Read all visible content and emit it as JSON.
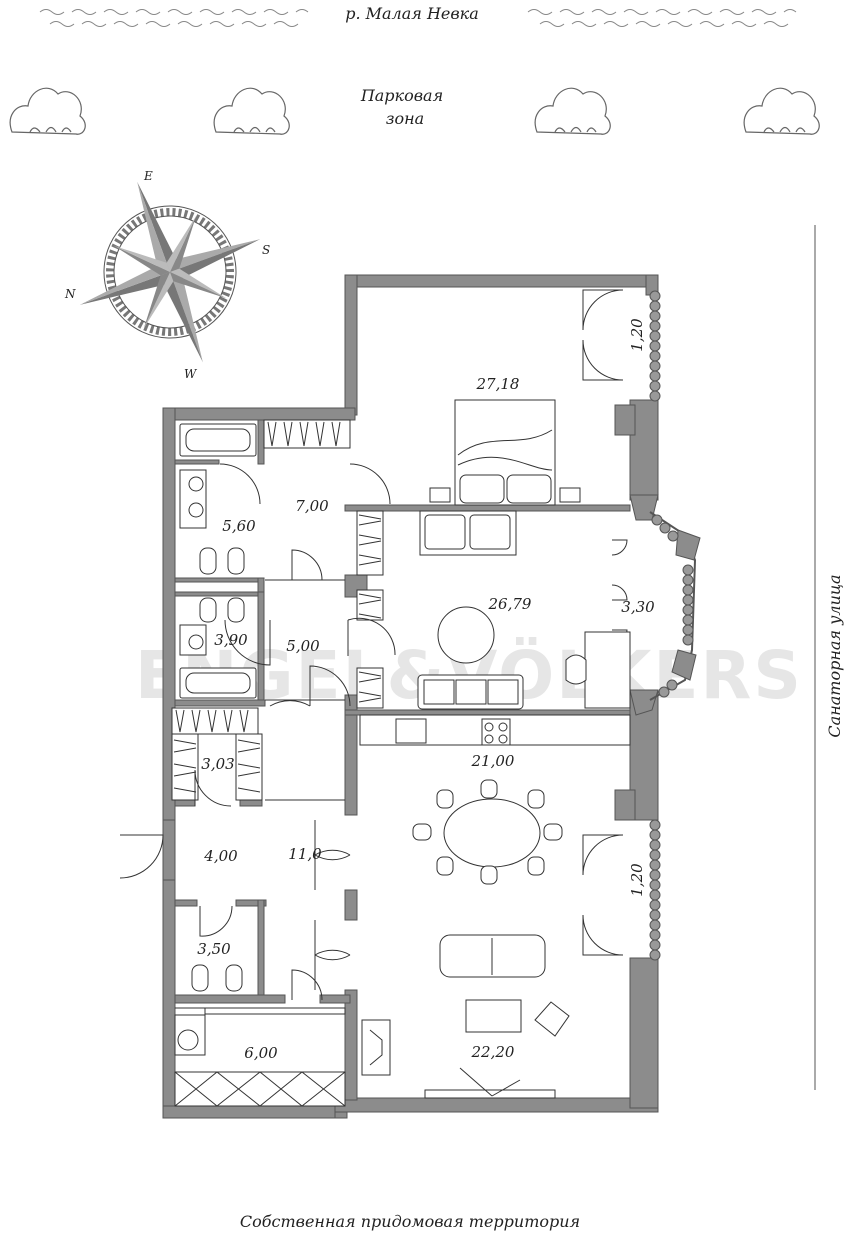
{
  "labels": {
    "river": "р. Малая Невка",
    "park_line1": "Парковая",
    "park_line2": "зона",
    "street": "Санаторная улица",
    "territory": "Собственная придомовая территория",
    "watermark": "ENGEL&VÖLKERS"
  },
  "compass": {
    "n": "N",
    "e": "E",
    "s": "S",
    "w": "W"
  },
  "rooms": {
    "bedroom": "27,18",
    "hall_7": "7,00",
    "bath_560": "5,60",
    "living": "26,79",
    "bay_330": "3,30",
    "bath_390": "3,90",
    "corridor_5": "5,00",
    "dressing": "3,03",
    "kitchen": "21,00",
    "entry": "4,00",
    "hall_11": "11,0",
    "wc_350": "3,50",
    "laundry": "6,00",
    "salon": "22,20"
  },
  "dimensions": {
    "window_top": "1,20",
    "window_bottom": "1,20"
  },
  "colors": {
    "wall": "#8c8c8c",
    "line": "#333333"
  }
}
